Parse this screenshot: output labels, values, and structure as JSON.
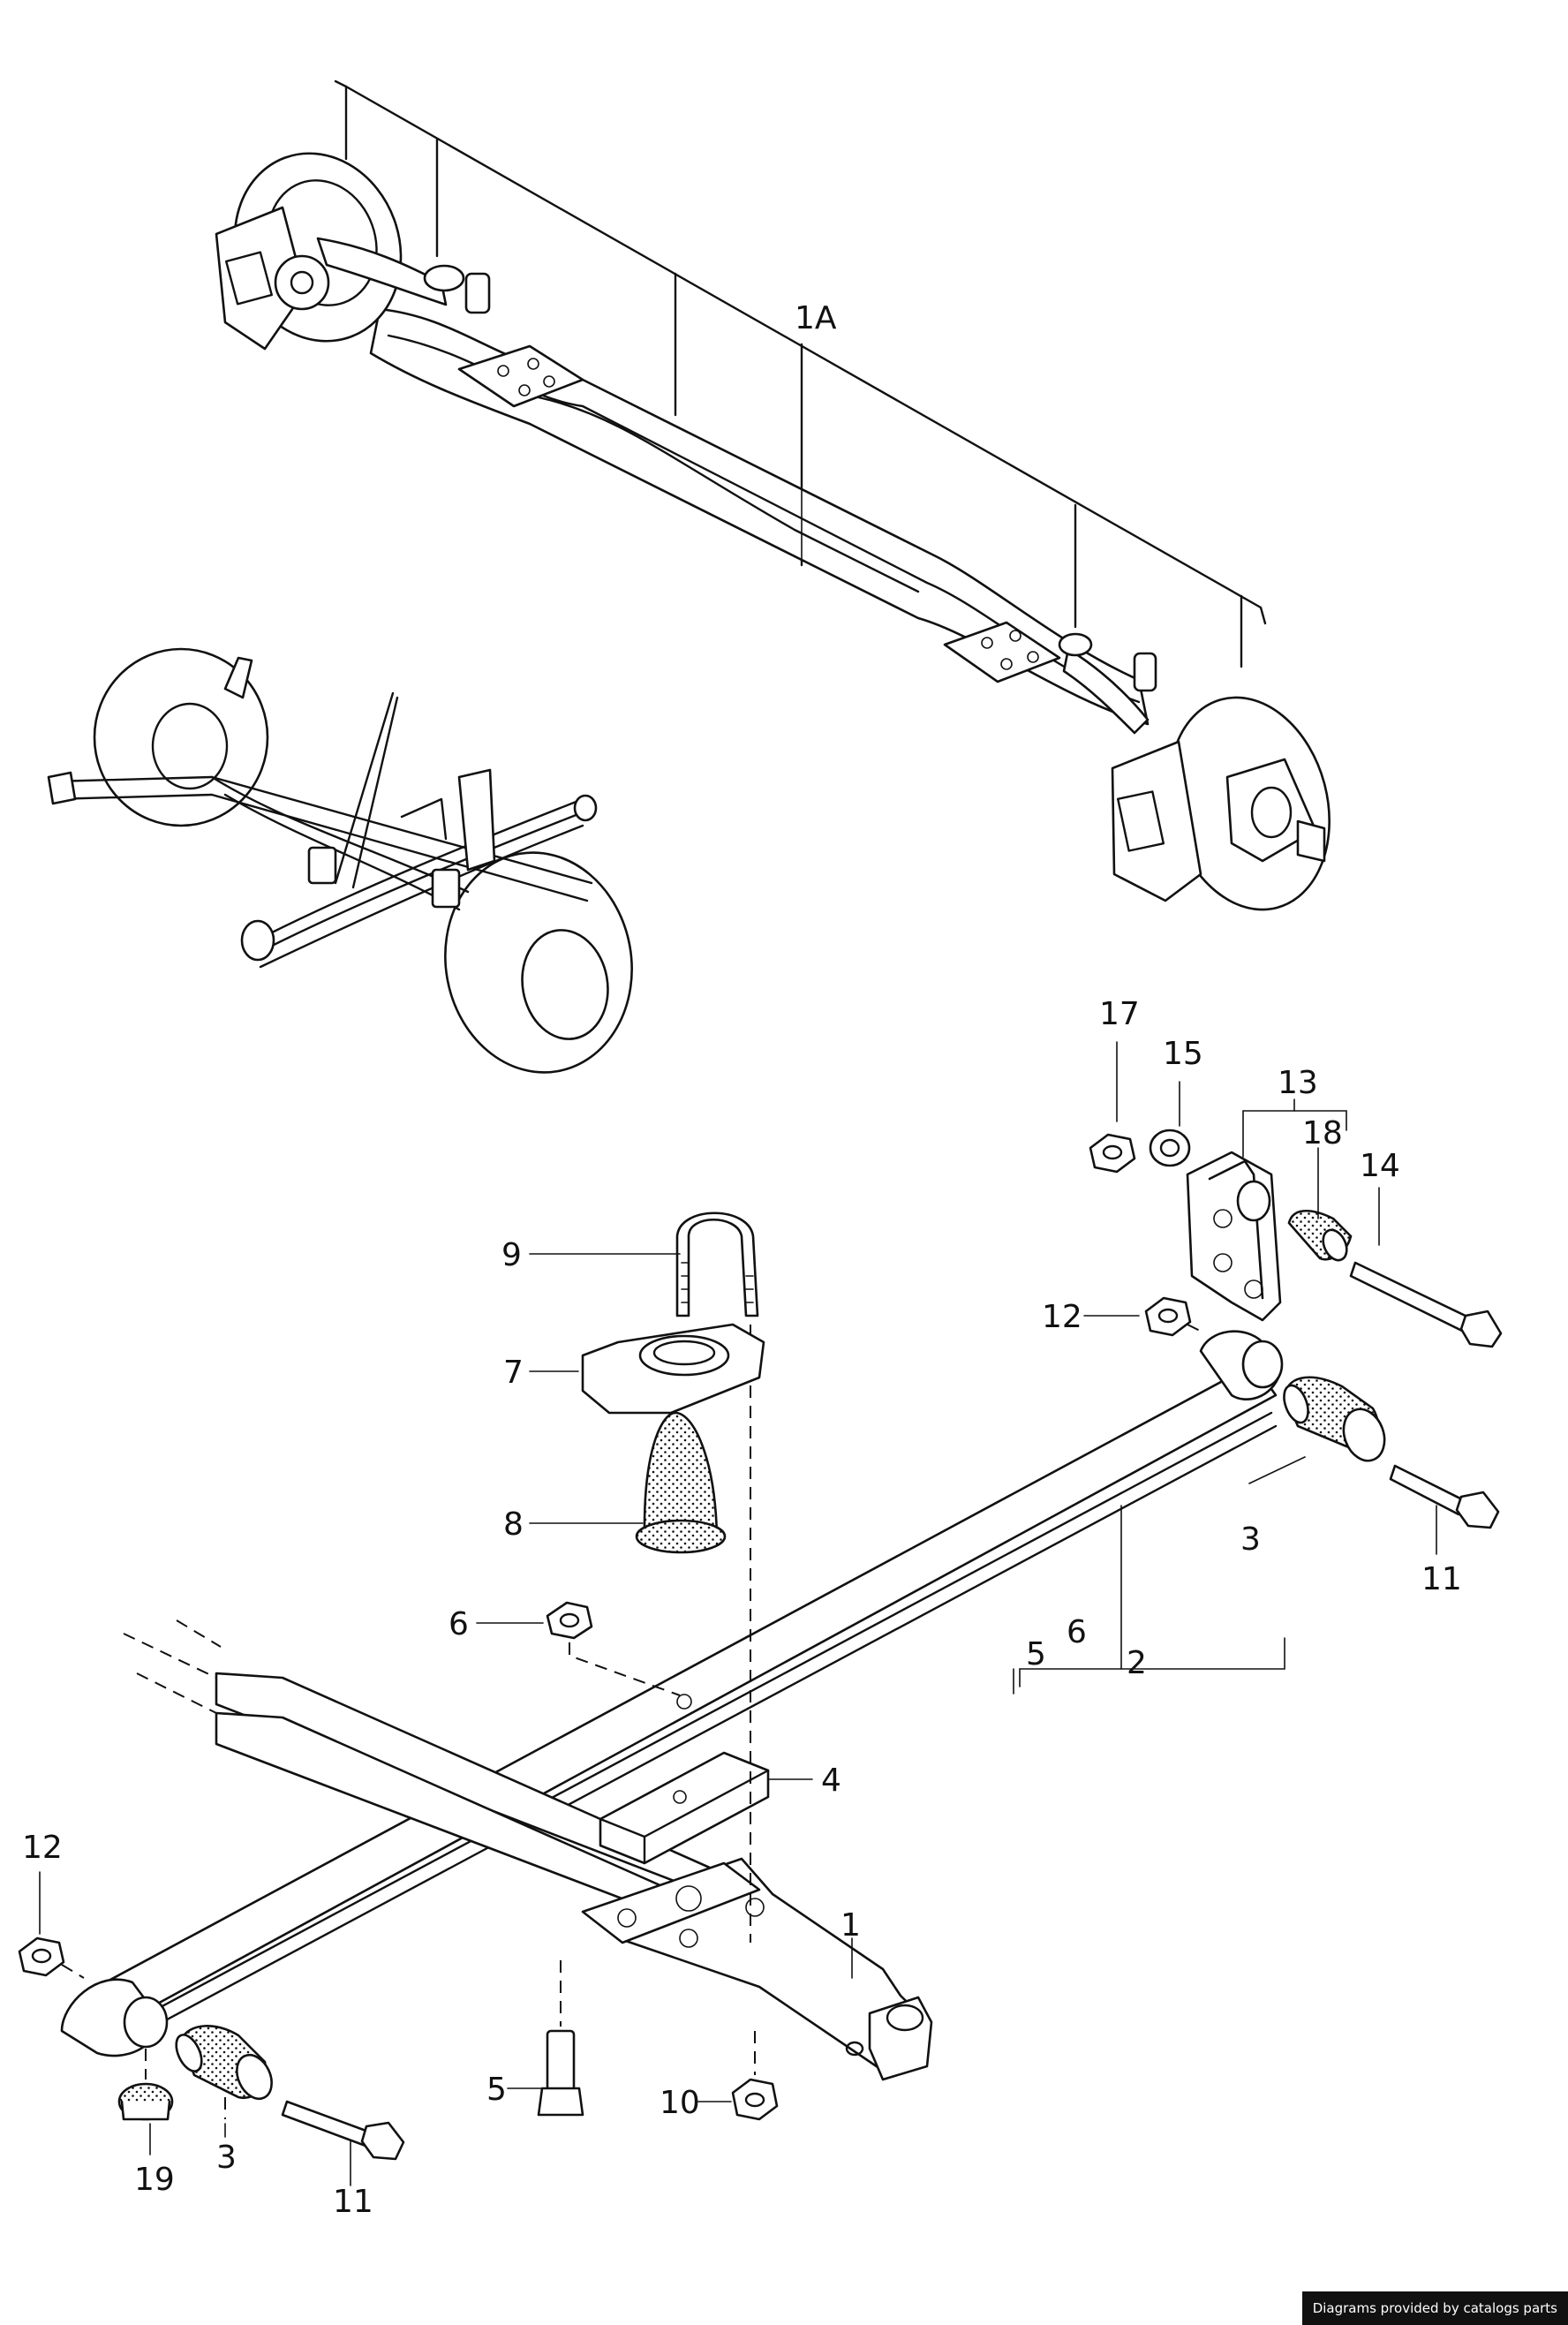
{
  "labels": {
    "l1A": "1A",
    "l17": "17",
    "l15": "15",
    "l13": "13",
    "l18": "18",
    "l14": "14",
    "l9": "9",
    "l12a": "12",
    "l7": "7",
    "l8": "8",
    "l3a": "3",
    "l11a": "11",
    "l6a": "6",
    "l5a": "5",
    "l6b": "6",
    "l2": "2",
    "l4": "4",
    "l12b": "12",
    "l1": "1",
    "l5b": "5",
    "l10": "10",
    "l3b": "3",
    "l19": "19",
    "l11b": "11"
  },
  "credit": "Diagrams provided by catalogs parts"
}
